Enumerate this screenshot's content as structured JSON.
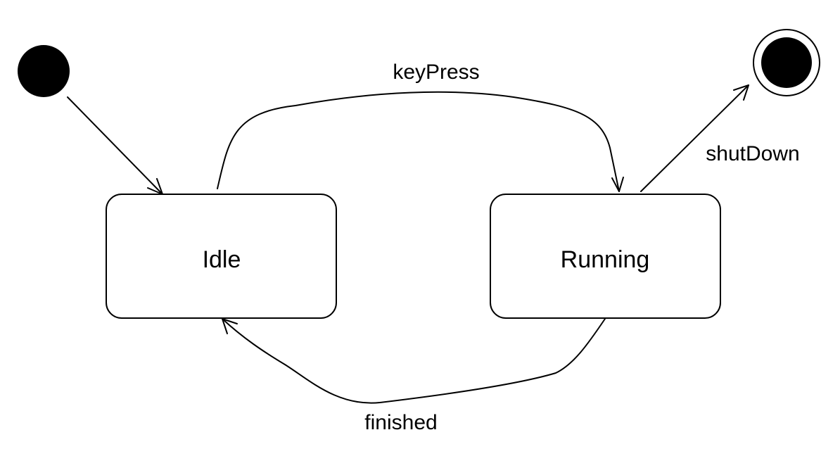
{
  "diagram": {
    "type": "state-machine",
    "colors": {
      "stroke": "#000000",
      "fill": "#ffffff"
    },
    "states": {
      "idle": {
        "label": "Idle"
      },
      "running": {
        "label": "Running"
      }
    },
    "transitions": {
      "initial_to_idle": {
        "from": "initial",
        "to": "Idle",
        "label": ""
      },
      "idle_to_running": {
        "from": "Idle",
        "to": "Running",
        "label": "keyPress"
      },
      "running_to_idle": {
        "from": "Running",
        "to": "Idle",
        "label": "finished"
      },
      "running_to_final": {
        "from": "Running",
        "to": "final",
        "label": "shutDown"
      }
    }
  }
}
